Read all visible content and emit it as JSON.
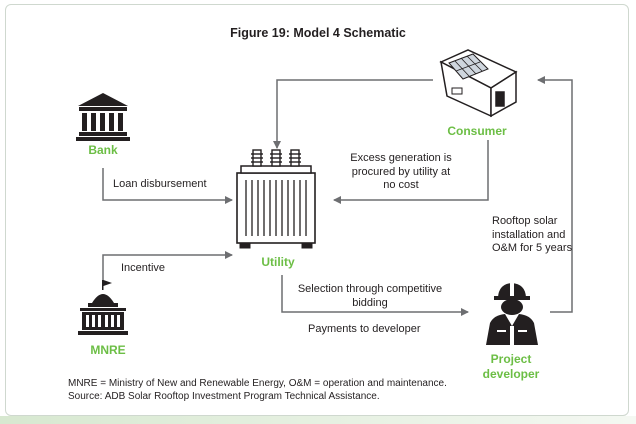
{
  "title": "Figure 19: Model 4 Schematic",
  "nodes": {
    "bank": "Bank",
    "consumer": "Consumer",
    "utility": "Utility",
    "mnre": "MNRE",
    "developer": "Project developer"
  },
  "flows": {
    "loan": "Loan disbursement",
    "excess": "Excess generation is procured by utility at no cost",
    "incentive": "Incentive",
    "selection": "Selection through competitive bidding",
    "payments": "Payments to developer",
    "rooftop": "Rooftop solar installation and O&M for 5 years"
  },
  "notes": {
    "abbrev": "MNRE = Ministry of New and Renewable Energy, O&M = operation and maintenance.",
    "source": "Source: ADB Solar Rooftop Investment Program Technical Assistance."
  },
  "colors": {
    "node_label": "#6cbe45",
    "arrow": "#6d6e71",
    "icon": "#231f20"
  },
  "icons": [
    "bank-icon",
    "house-solar-icon",
    "transformer-icon",
    "government-building-icon",
    "worker-icon"
  ]
}
